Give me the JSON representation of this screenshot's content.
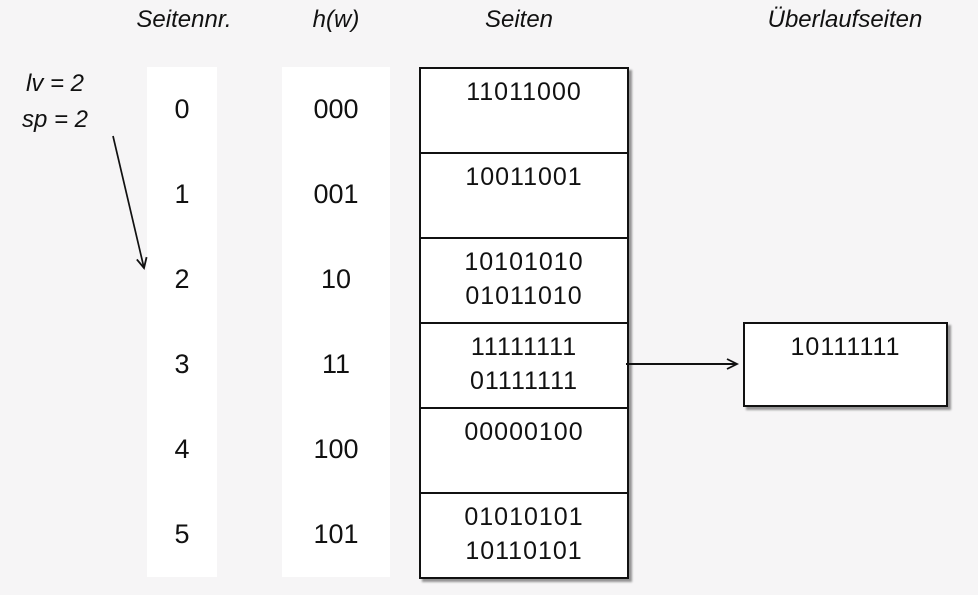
{
  "colors": {
    "background": "#f6f5f6",
    "surface": "#ffffff",
    "border": "#111111",
    "text": "#111111"
  },
  "headers": {
    "page_no": "Seitennr.",
    "hash_fn": "h(w)",
    "pages": "Seiten",
    "overflow_pages": "Überlaufseiten"
  },
  "annotation": {
    "level": "lv = 2",
    "split_pointer": "sp = 2"
  },
  "rows": [
    {
      "page": "0",
      "hash": "000",
      "values": [
        "11011000"
      ]
    },
    {
      "page": "1",
      "hash": "001",
      "values": [
        "10011001"
      ]
    },
    {
      "page": "2",
      "hash": "10",
      "values": [
        "10101010",
        "01011010"
      ]
    },
    {
      "page": "3",
      "hash": "11",
      "values": [
        "11111111",
        "01111111"
      ]
    },
    {
      "page": "4",
      "hash": "100",
      "values": [
        "00000100"
      ]
    },
    {
      "page": "5",
      "hash": "101",
      "values": [
        "01010101",
        "10110101"
      ]
    }
  ],
  "overflow": {
    "values": [
      "10111111"
    ]
  }
}
